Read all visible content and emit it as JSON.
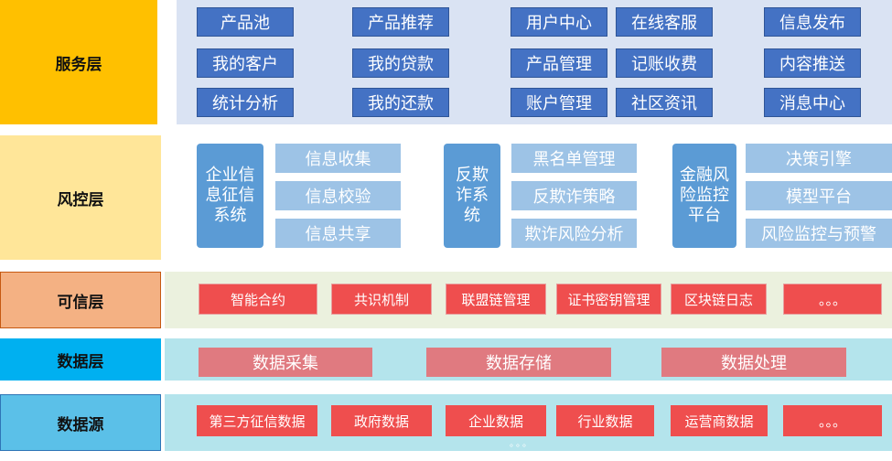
{
  "layers": {
    "service": {
      "label": "服务层",
      "label_bg": "#ffc000",
      "panel_bg": "#dae3f3"
    },
    "risk": {
      "label": "风控层",
      "label_bg": "#ffe699",
      "panel_bg": "#ffffff"
    },
    "trust": {
      "label": "可信层",
      "label_bg": "#f4b183",
      "panel_bg": "#ebf1de"
    },
    "data": {
      "label": "数据层",
      "label_bg": "#00b0f0",
      "panel_bg": "#b4e4ec"
    },
    "source": {
      "label": "数据源",
      "label_bg": "#5bc0e8",
      "panel_bg": "#b4e4ec"
    }
  },
  "service": {
    "col1": [
      "产品池",
      "我的客户",
      "统计分析"
    ],
    "col2": [
      "产品推荐",
      "我的贷款",
      "我的还款"
    ],
    "col3": [
      "用户中心",
      "产品管理",
      "账户管理"
    ],
    "col4": [
      "在线客服",
      "记账收费",
      "社区资讯"
    ],
    "col5": [
      "信息发布",
      "内容推送",
      "消息中心"
    ]
  },
  "risk": {
    "group1": {
      "main": "企业信息征信系统",
      "subs": [
        "信息收集",
        "信息校验",
        "信息共享"
      ]
    },
    "group2": {
      "main": "反欺诈系统",
      "subs": [
        "黑名单管理",
        "反欺诈策略",
        "欺诈风险分析"
      ]
    },
    "group3": {
      "main": "金融风险监控平台",
      "subs": [
        "决策引擎",
        "模型平台",
        "风险监控与预警"
      ]
    }
  },
  "trust": {
    "items": [
      "智能合约",
      "共识机制",
      "联盟链管理",
      "证书密钥管理",
      "区块链日志",
      "。。。"
    ]
  },
  "data": {
    "items": [
      "数据采集",
      "数据存储",
      "数据处理"
    ]
  },
  "source": {
    "items": [
      "第三方征信数据",
      "政府数据",
      "企业数据",
      "行业数据",
      "运营商数据",
      "。。。"
    ],
    "trailing": "。。。"
  }
}
